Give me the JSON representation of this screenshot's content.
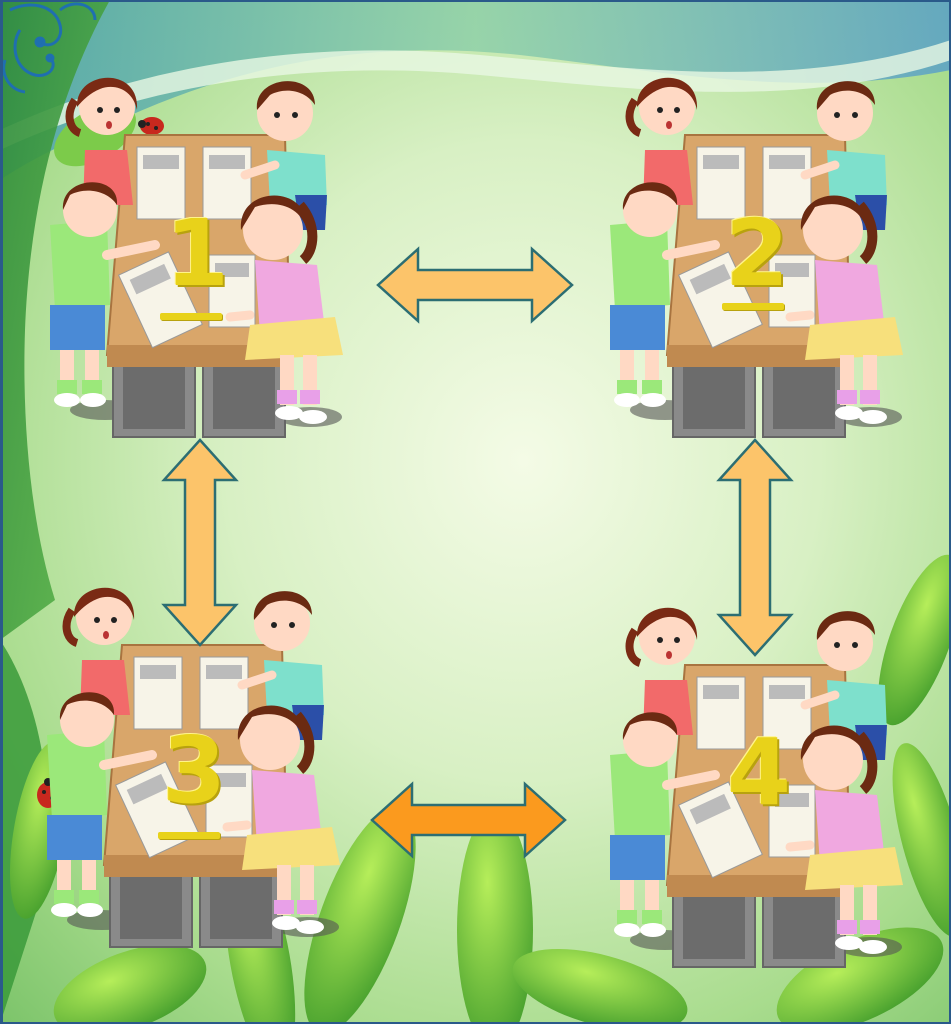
{
  "groups": [
    {
      "number": "1"
    },
    {
      "number": "2"
    },
    {
      "number": "3"
    },
    {
      "number": "4"
    }
  ],
  "arrows": [
    {
      "name": "arrow-1-2",
      "from": "1",
      "to": "2",
      "color": "#fcc46a"
    },
    {
      "name": "arrow-1-3",
      "from": "1",
      "to": "3",
      "color": "#fcc46a"
    },
    {
      "name": "arrow-2-4",
      "from": "2",
      "to": "4",
      "color": "#fcc46a"
    },
    {
      "name": "arrow-3-4",
      "from": "3",
      "to": "4",
      "color": "#fb9a1e"
    }
  ],
  "colors": {
    "number": "#e8d21a",
    "arrow_light": "#fcc46a",
    "arrow_orange": "#fb9a1e",
    "arrow_outline": "#2c6e73"
  },
  "decorations": [
    "swirl-ornament-icon",
    "ladybug-icon",
    "leaf-icon",
    "wave-icon"
  ]
}
